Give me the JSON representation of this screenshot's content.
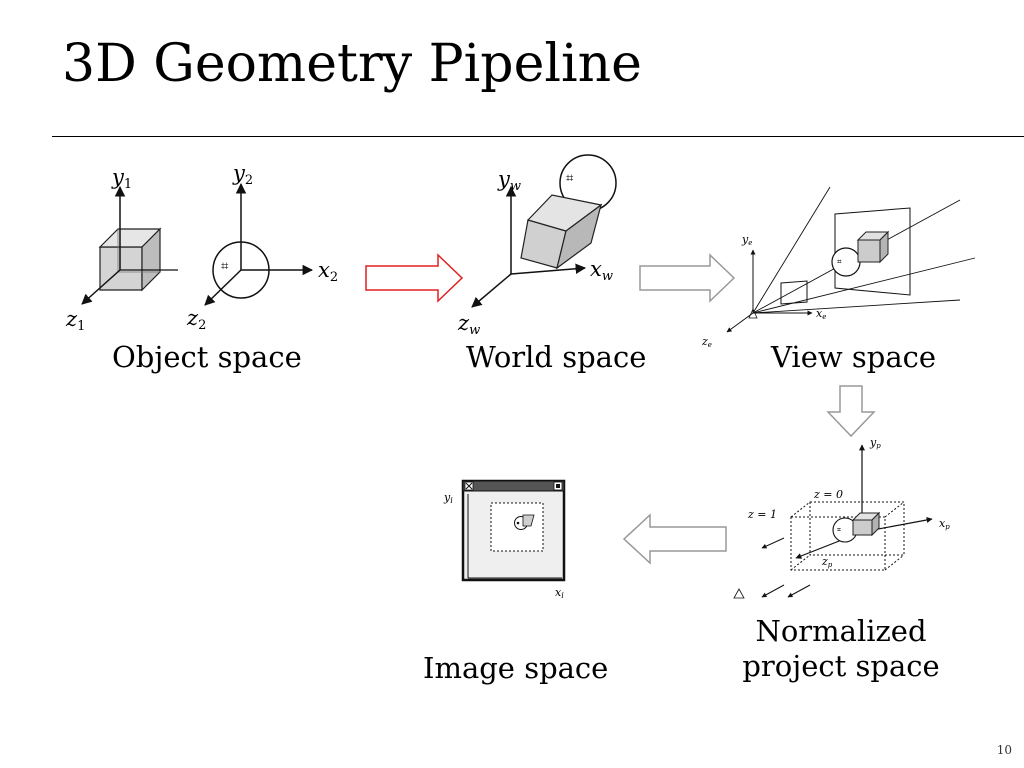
{
  "slide": {
    "title": "3D Geometry Pipeline",
    "page_number": "10"
  },
  "stages": {
    "object": {
      "caption": "Object space",
      "axes": {
        "y1": "y",
        "y1_sub": "1",
        "z1": "z",
        "z1_sub": "1",
        "y2": "y",
        "y2_sub": "2",
        "x2": "x",
        "x2_sub": "2",
        "z2": "z",
        "z2_sub": "2"
      }
    },
    "world": {
      "caption": "World space",
      "axes": {
        "y": "y",
        "y_sub": "w",
        "x": "x",
        "x_sub": "w",
        "z": "z",
        "z_sub": "w"
      }
    },
    "view": {
      "caption": "View space",
      "axes": {
        "y": "y",
        "y_sub": "e",
        "x": "x",
        "x_sub": "e",
        "z": "z",
        "z_sub": "e"
      }
    },
    "normalized": {
      "caption_line1": "Normalized",
      "caption_line2": "project space",
      "labels": {
        "z0": "z = 0",
        "z1": "z = 1",
        "y": "y",
        "y_sub": "p",
        "x": "x",
        "x_sub": "p",
        "z": "z",
        "z_sub": "p"
      }
    },
    "image": {
      "caption": "Image space",
      "axes": {
        "y": "y",
        "y_sub": "i",
        "x": "x",
        "x_sub": "i"
      }
    }
  },
  "arrows": {
    "object_to_world": {
      "stroke": "#e02020"
    },
    "world_to_view": {
      "stroke": "#999999"
    },
    "view_to_normalized": {
      "stroke": "#999999"
    },
    "normalized_to_image": {
      "stroke": "#999999"
    }
  },
  "colors": {
    "cube_fill": "#d0d0d0",
    "cube_dark": "#a8a8a8",
    "ink": "#111111"
  }
}
